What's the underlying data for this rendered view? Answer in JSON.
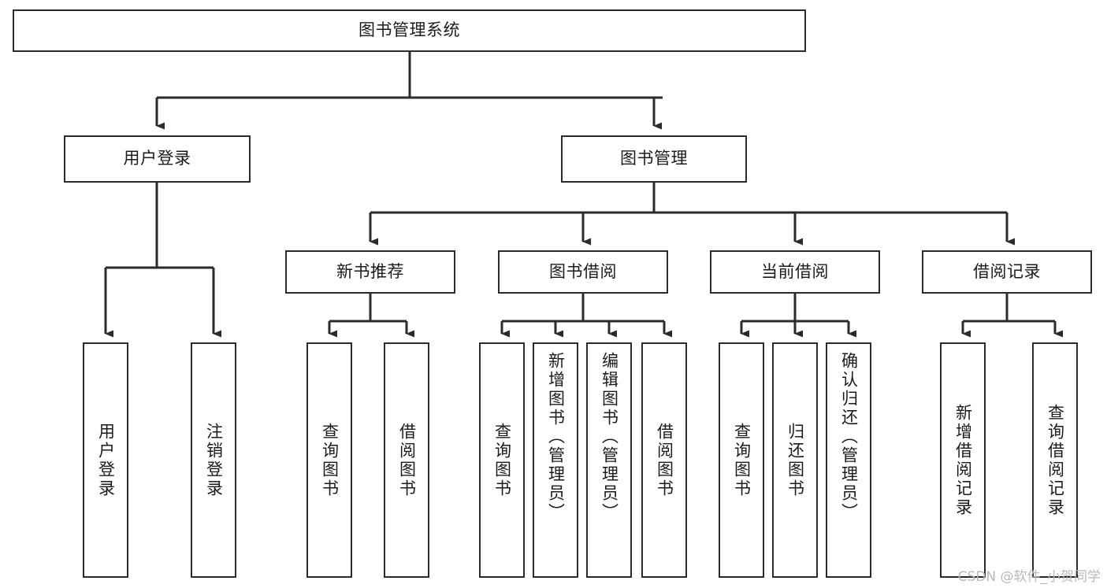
{
  "diagram": {
    "title": "图书管理系统",
    "type": "tree-hierarchy",
    "root": {
      "id": "root",
      "label": "图书管理系统"
    },
    "level2": [
      {
        "id": "user-login",
        "label": "用户登录"
      },
      {
        "id": "book-manage",
        "label": "图书管理"
      }
    ],
    "level3": [
      {
        "id": "new-book-recommend",
        "label": "新书推荐",
        "parent": "book-manage"
      },
      {
        "id": "book-borrow",
        "label": "图书借阅",
        "parent": "book-manage"
      },
      {
        "id": "current-borrow",
        "label": "当前借阅",
        "parent": "book-manage"
      },
      {
        "id": "borrow-record",
        "label": "借阅记录",
        "parent": "book-manage"
      }
    ],
    "leaves": [
      {
        "id": "leaf-user-login",
        "label": "用户登录",
        "parent": "user-login"
      },
      {
        "id": "leaf-logout-login",
        "label": "注销登录",
        "parent": "user-login"
      },
      {
        "id": "leaf-query-book-1",
        "label": "查询图书",
        "parent": "new-book-recommend"
      },
      {
        "id": "leaf-borrow-book-1",
        "label": "借阅图书",
        "parent": "new-book-recommend"
      },
      {
        "id": "leaf-query-book-2",
        "label": "查询图书",
        "parent": "book-borrow"
      },
      {
        "id": "leaf-add-book",
        "label": "新增图书（管理员）",
        "parent": "book-borrow"
      },
      {
        "id": "leaf-edit-book",
        "label": "编辑图书（管理员）",
        "parent": "book-borrow"
      },
      {
        "id": "leaf-borrow-book-2",
        "label": "借阅图书",
        "parent": "book-borrow"
      },
      {
        "id": "leaf-query-book-3",
        "label": "查询图书",
        "parent": "current-borrow"
      },
      {
        "id": "leaf-return-book",
        "label": "归还图书",
        "parent": "current-borrow"
      },
      {
        "id": "leaf-confirm-return",
        "label": "确认归还（管理员）",
        "parent": "current-borrow"
      },
      {
        "id": "leaf-add-record",
        "label": "新增借阅记录",
        "parent": "borrow-record"
      },
      {
        "id": "leaf-query-record",
        "label": "查询借阅记录",
        "parent": "borrow-record"
      }
    ],
    "watermark": "CSDN @软件_小贺同学",
    "colors": {
      "stroke": "#2b2b2b",
      "fill": "#ffffff",
      "text": "#1b1b1b",
      "watermark": "#b9b9b9"
    }
  }
}
